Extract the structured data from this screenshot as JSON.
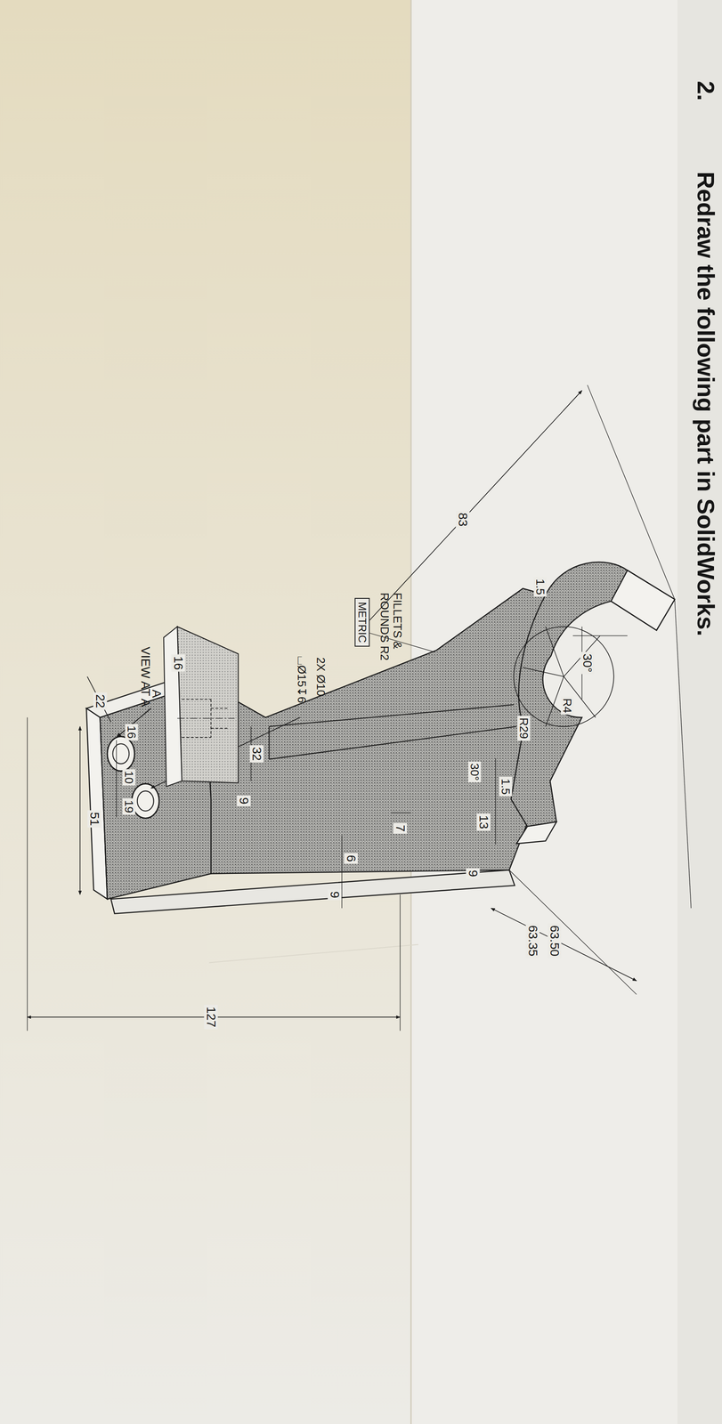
{
  "diagram": {
    "title": "Redraw the following part in SolidWorks.",
    "nodes": [
      {
        "text": [
          "METRIC"
        ]
      }
    ],
    "labels": [
      "2.",
      "83",
      "30°",
      "R4",
      "R29",
      "1.5",
      "1.5",
      "30°",
      "13",
      "9",
      "63.50",
      "63.35",
      "7",
      "6",
      "9",
      "FILLETS & ROUNDS R2",
      "2X Ø10",
      "⌴Ø15↧6",
      "32",
      "9",
      "16",
      "A",
      "22",
      "16",
      "10",
      "19",
      "51",
      "127",
      "VIEW AT A"
    ]
  }
}
